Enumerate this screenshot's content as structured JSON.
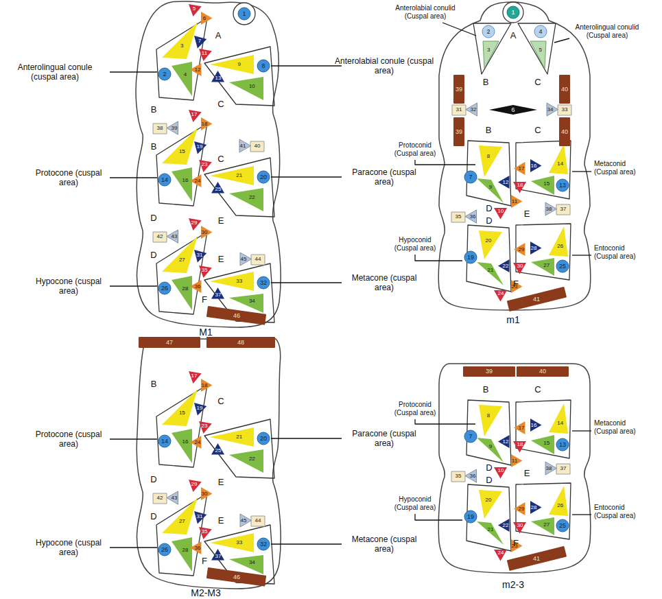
{
  "diagram": {
    "nodes": [
      {
        "text": [
          "1"
        ]
      },
      {
        "text": [
          "2"
        ]
      },
      {
        "text": [
          "3"
        ]
      },
      {
        "text": [
          "4"
        ]
      },
      {
        "text": [
          "5"
        ]
      },
      {
        "text": [
          "6"
        ]
      },
      {
        "text": [
          "7"
        ]
      },
      {
        "text": [
          "8"
        ]
      },
      {
        "text": [
          "9"
        ]
      },
      {
        "text": [
          "10"
        ]
      },
      {
        "text": [
          "11"
        ]
      },
      {
        "text": [
          "12"
        ]
      },
      {
        "text": [
          "13"
        ]
      },
      {
        "text": [
          "14"
        ]
      },
      {
        "text": [
          "15"
        ]
      },
      {
        "text": [
          "16"
        ]
      },
      {
        "text": [
          "17"
        ]
      },
      {
        "text": [
          "18"
        ]
      },
      {
        "text": [
          "19"
        ]
      },
      {
        "text": [
          "20"
        ]
      },
      {
        "text": [
          "21"
        ]
      },
      {
        "text": [
          "22"
        ]
      },
      {
        "text": [
          "23"
        ]
      },
      {
        "text": [
          "24"
        ]
      },
      {
        "text": [
          "25"
        ]
      },
      {
        "text": [
          "26"
        ]
      },
      {
        "text": [
          "27"
        ]
      },
      {
        "text": [
          "28"
        ]
      },
      {
        "text": [
          "29"
        ]
      },
      {
        "text": [
          "30"
        ]
      },
      {
        "text": [
          "31"
        ]
      },
      {
        "text": [
          "32"
        ]
      },
      {
        "text": [
          "33"
        ]
      },
      {
        "text": [
          "34"
        ]
      },
      {
        "text": [
          "35"
        ]
      },
      {
        "text": [
          "36"
        ]
      },
      {
        "text": [
          "37"
        ]
      },
      {
        "text": [
          "38"
        ]
      },
      {
        "text": [
          "39"
        ]
      },
      {
        "text": [
          "40"
        ]
      },
      {
        "text": [
          "41"
        ]
      },
      {
        "text": [
          "42"
        ]
      },
      {
        "text": [
          "43"
        ]
      },
      {
        "text": [
          "44"
        ]
      },
      {
        "text": [
          "45"
        ]
      },
      {
        "text": [
          "46"
        ]
      },
      {
        "text": [
          "1"
        ]
      },
      {
        "text": [
          "2"
        ]
      },
      {
        "text": [
          "3"
        ]
      },
      {
        "text": [
          "4"
        ]
      },
      {
        "text": [
          "5"
        ]
      },
      {
        "text": [
          "6"
        ]
      },
      {
        "text": [
          "7"
        ]
      },
      {
        "text": [
          "8"
        ]
      },
      {
        "text": [
          "9"
        ]
      },
      {
        "text": [
          "10"
        ]
      },
      {
        "text": [
          "11"
        ]
      },
      {
        "text": [
          "12"
        ]
      },
      {
        "text": [
          "13"
        ]
      },
      {
        "text": [
          "14"
        ]
      },
      {
        "text": [
          "15"
        ]
      },
      {
        "text": [
          "16"
        ]
      },
      {
        "text": [
          "17"
        ]
      },
      {
        "text": [
          "18"
        ]
      },
      {
        "text": [
          "19"
        ]
      },
      {
        "text": [
          "20"
        ]
      },
      {
        "text": [
          "21"
        ]
      },
      {
        "text": [
          "22"
        ]
      },
      {
        "text": [
          "23"
        ]
      },
      {
        "text": [
          "24"
        ]
      },
      {
        "text": [
          "25"
        ]
      },
      {
        "text": [
          "26"
        ]
      },
      {
        "text": [
          "27"
        ]
      },
      {
        "text": [
          "28"
        ]
      },
      {
        "text": [
          "29"
        ]
      },
      {
        "text": [
          "30"
        ]
      },
      {
        "text": [
          "31"
        ]
      },
      {
        "text": [
          "32"
        ]
      },
      {
        "text": [
          "33"
        ]
      },
      {
        "text": [
          "34"
        ]
      },
      {
        "text": [
          "35"
        ]
      },
      {
        "text": [
          "36"
        ]
      },
      {
        "text": [
          "37"
        ]
      },
      {
        "text": [
          "38"
        ]
      },
      {
        "text": [
          "39"
        ]
      },
      {
        "text": [
          "39"
        ]
      },
      {
        "text": [
          "40"
        ]
      },
      {
        "text": [
          "40"
        ]
      },
      {
        "text": [
          "41"
        ]
      },
      {
        "text": [
          "47"
        ]
      },
      {
        "text": [
          "48"
        ]
      },
      {
        "text": [
          "14"
        ]
      },
      {
        "text": [
          "15"
        ]
      },
      {
        "text": [
          "16"
        ]
      },
      {
        "text": [
          "17"
        ]
      },
      {
        "text": [
          "18"
        ]
      },
      {
        "text": [
          "19"
        ]
      },
      {
        "text": [
          "20"
        ]
      },
      {
        "text": [
          "21"
        ]
      },
      {
        "text": [
          "22"
        ]
      },
      {
        "text": [
          "23"
        ]
      },
      {
        "text": [
          "24"
        ]
      },
      {
        "text": [
          "25"
        ]
      },
      {
        "text": [
          "26"
        ]
      },
      {
        "text": [
          "27"
        ]
      },
      {
        "text": [
          "28"
        ]
      },
      {
        "text": [
          "29"
        ]
      },
      {
        "text": [
          "30"
        ]
      },
      {
        "text": [
          "31"
        ]
      },
      {
        "text": [
          "32"
        ]
      },
      {
        "text": [
          "33"
        ]
      },
      {
        "text": [
          "34"
        ]
      },
      {
        "text": [
          "35"
        ]
      },
      {
        "text": [
          "36"
        ]
      },
      {
        "text": [
          "37"
        ]
      },
      {
        "text": [
          "42"
        ]
      },
      {
        "text": [
          "43"
        ]
      },
      {
        "text": [
          "44"
        ]
      },
      {
        "text": [
          "45"
        ]
      },
      {
        "text": [
          "46"
        ]
      },
      {
        "text": [
          "39"
        ]
      },
      {
        "text": [
          "40"
        ]
      },
      {
        "text": [
          "7"
        ]
      },
      {
        "text": [
          "8"
        ]
      },
      {
        "text": [
          "9"
        ]
      },
      {
        "text": [
          "10"
        ]
      },
      {
        "text": [
          "11"
        ]
      },
      {
        "text": [
          "12"
        ]
      },
      {
        "text": [
          "13"
        ]
      },
      {
        "text": [
          "14"
        ]
      },
      {
        "text": [
          "15"
        ]
      },
      {
        "text": [
          "16"
        ]
      },
      {
        "text": [
          "17"
        ]
      },
      {
        "text": [
          "18"
        ]
      },
      {
        "text": [
          "19"
        ]
      },
      {
        "text": [
          "20"
        ]
      },
      {
        "text": [
          "21"
        ]
      },
      {
        "text": [
          "22"
        ]
      },
      {
        "text": [
          "23"
        ]
      },
      {
        "text": [
          "24"
        ]
      },
      {
        "text": [
          "25"
        ]
      },
      {
        "text": [
          "26"
        ]
      },
      {
        "text": [
          "27"
        ]
      },
      {
        "text": [
          "28"
        ]
      },
      {
        "text": [
          "29"
        ]
      },
      {
        "text": [
          "30"
        ]
      },
      {
        "text": [
          "35"
        ]
      },
      {
        "text": [
          "36"
        ]
      },
      {
        "text": [
          "37"
        ]
      },
      {
        "text": [
          "38"
        ]
      },
      {
        "text": [
          "41"
        ]
      }
    ],
    "labels": [
      "A",
      "B",
      "B",
      "C",
      "C",
      "D",
      "D",
      "E",
      "E",
      "F",
      "Anterolingual conule (cuspal area)",
      "Anterolabial conule (cuspal area)",
      "Protocone (cuspal area)",
      "Paracone (cuspal area)",
      "Hypocone (cuspal area)",
      "Metacone (cuspal area)",
      "M1",
      "Anterolabial conulid (Cuspal area)",
      "Anterolingual conulid (Cuspal area)",
      "A",
      "B",
      "B",
      "C",
      "C",
      "D",
      "D",
      "E",
      "F",
      "Protoconid (Cuspal area)",
      "Metaconid (Cuspal area)",
      "Hypoconid (Cuspal area)",
      "Entoconid (Cuspal area)",
      "m1",
      "B",
      "C",
      "D",
      "D",
      "E",
      "E",
      "F",
      "Protocone (cuspal area)",
      "Paracone (cuspal area)",
      "Hypocone (cuspal area)",
      "Metacone (cuspal area)",
      "M2-M3",
      "B",
      "C",
      "D",
      "D",
      "E",
      "F",
      "Protoconid (Cuspal area)",
      "Metaconid (Cuspal area)",
      "Hypoconid (Cuspal area)",
      "Entoconid (Cuspal area)",
      "m2-3"
    ]
  }
}
